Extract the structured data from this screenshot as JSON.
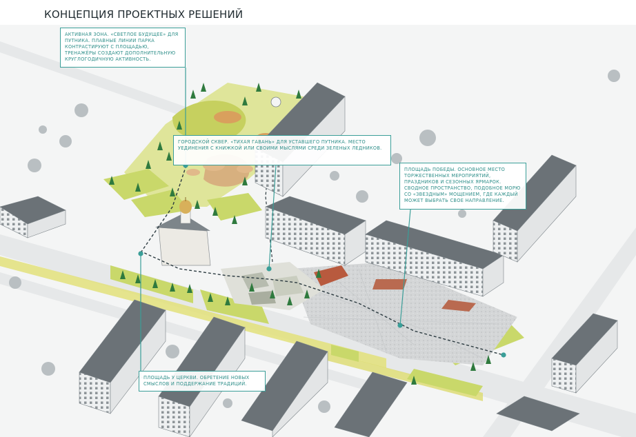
{
  "title": "КОНЦЕПЦИЯ ПРОЕКТНЫХ РЕШЕНИЙ",
  "colors": {
    "accent": "#3a9e98",
    "path": "#2b3a40",
    "lawn": "#c9d86a",
    "yellow_strip": "#e2e07a",
    "building_roof": "#6b7277",
    "building_wall": "#eef0f1",
    "square": "#d7d9da",
    "tree": "#2f7a3e"
  },
  "callouts": [
    {
      "id": "active-zone",
      "text": "Активная зона. «Светлое будущее» для путника. Плавные линии парка контрастируют с площадью, тренажёры создают дополнительную круглогодичную активность."
    },
    {
      "id": "city-square",
      "text": "Городской сквер. «Тихая гавань» для уставшего путника. Место уединения с книжкой или своими мыслями среди зеленых ледников."
    },
    {
      "id": "victory-square",
      "text": "Площадь Победы. Основное место торжественных мероприятий, праздников и сезонных ярмарок. Сводное пространство, подобное морю со «звездным» мощением, где каждый может выбрать свое направление."
    },
    {
      "id": "church-square",
      "text": "Площадь у церкви. Обретение новых смыслов и поддержание традиций."
    }
  ]
}
